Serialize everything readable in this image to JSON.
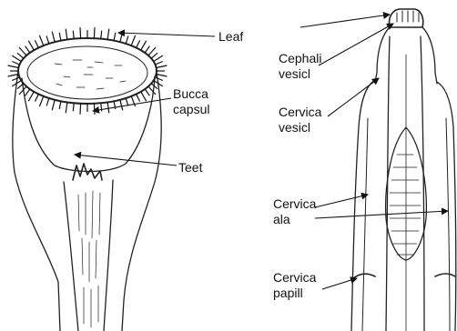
{
  "left_figure": {
    "labels": {
      "leaf": "Leaf",
      "buccal_capsule": [
        "Bucca",
        "capsul"
      ],
      "teeth": "Teet"
    }
  },
  "right_figure": {
    "labels": {
      "cephalic_vesicle": [
        "Cephali",
        "vesicl"
      ],
      "cervical_vesicle": [
        "Cervica",
        "vesicl"
      ],
      "cervical_ala": [
        "Cervica",
        "ala"
      ],
      "cervical_papilla": [
        "Cervica",
        "papill"
      ]
    }
  }
}
